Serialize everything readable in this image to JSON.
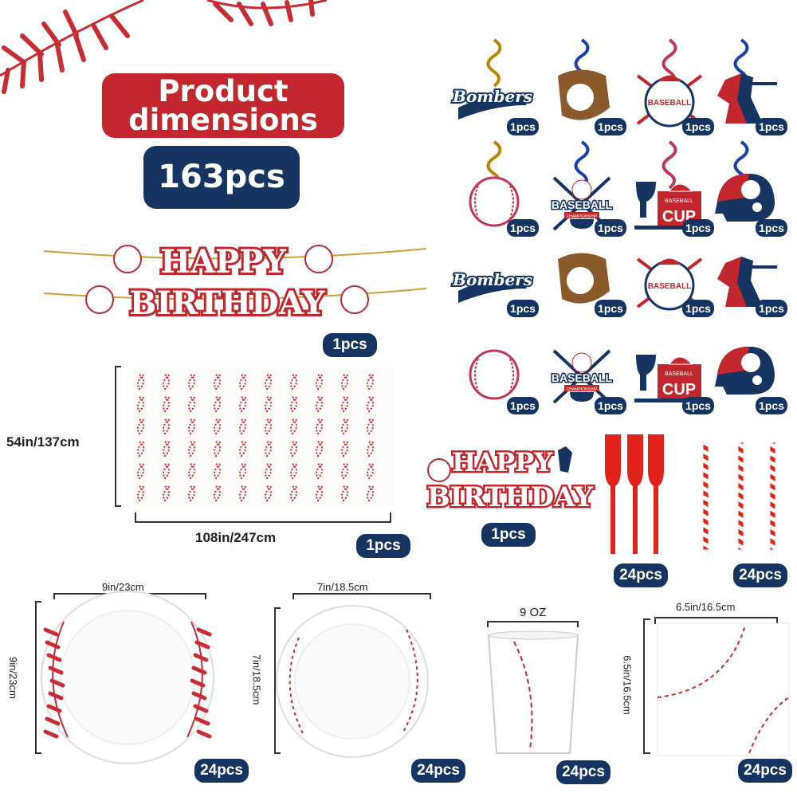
{
  "header": {
    "title_line1": "Product",
    "title_line2": "dimensions",
    "total": "163pcs"
  },
  "banner": {
    "line1": "HAPPY",
    "line2": "BIRTHDAY",
    "qty": "1pcs"
  },
  "tablecloth": {
    "height": "54in/137cm",
    "width": "108in/247cm",
    "qty": "1pcs"
  },
  "swirls": {
    "qty": "1pcs",
    "logos": {
      "bombers": "Bombers",
      "baseball": "BASEBALL",
      "cup_top": "BASEBALL",
      "cup": "CUP",
      "championship": "CHAMPIONSHIP"
    }
  },
  "cake_topper": {
    "line1": "HAPPY",
    "line2": "BIRTHDAY",
    "qty": "1pcs"
  },
  "forks": {
    "qty": "24pcs"
  },
  "straws": {
    "qty": "24pcs"
  },
  "large_plate": {
    "width": "9in/23cm",
    "height": "9in/23cm",
    "qty": "24pcs"
  },
  "small_plate": {
    "width": "7in/18.5cm",
    "height": "7in/18.5cm",
    "qty": "24pcs"
  },
  "cup": {
    "volume": "9 OZ",
    "qty": "24pcs"
  },
  "napkin": {
    "width": "6.5in/16.5cm",
    "height": "6.5in/16.5cm",
    "qty": "24pcs"
  },
  "colors": {
    "red": "#c1272d",
    "navy": "#163461",
    "stitch": "#c62d35"
  }
}
